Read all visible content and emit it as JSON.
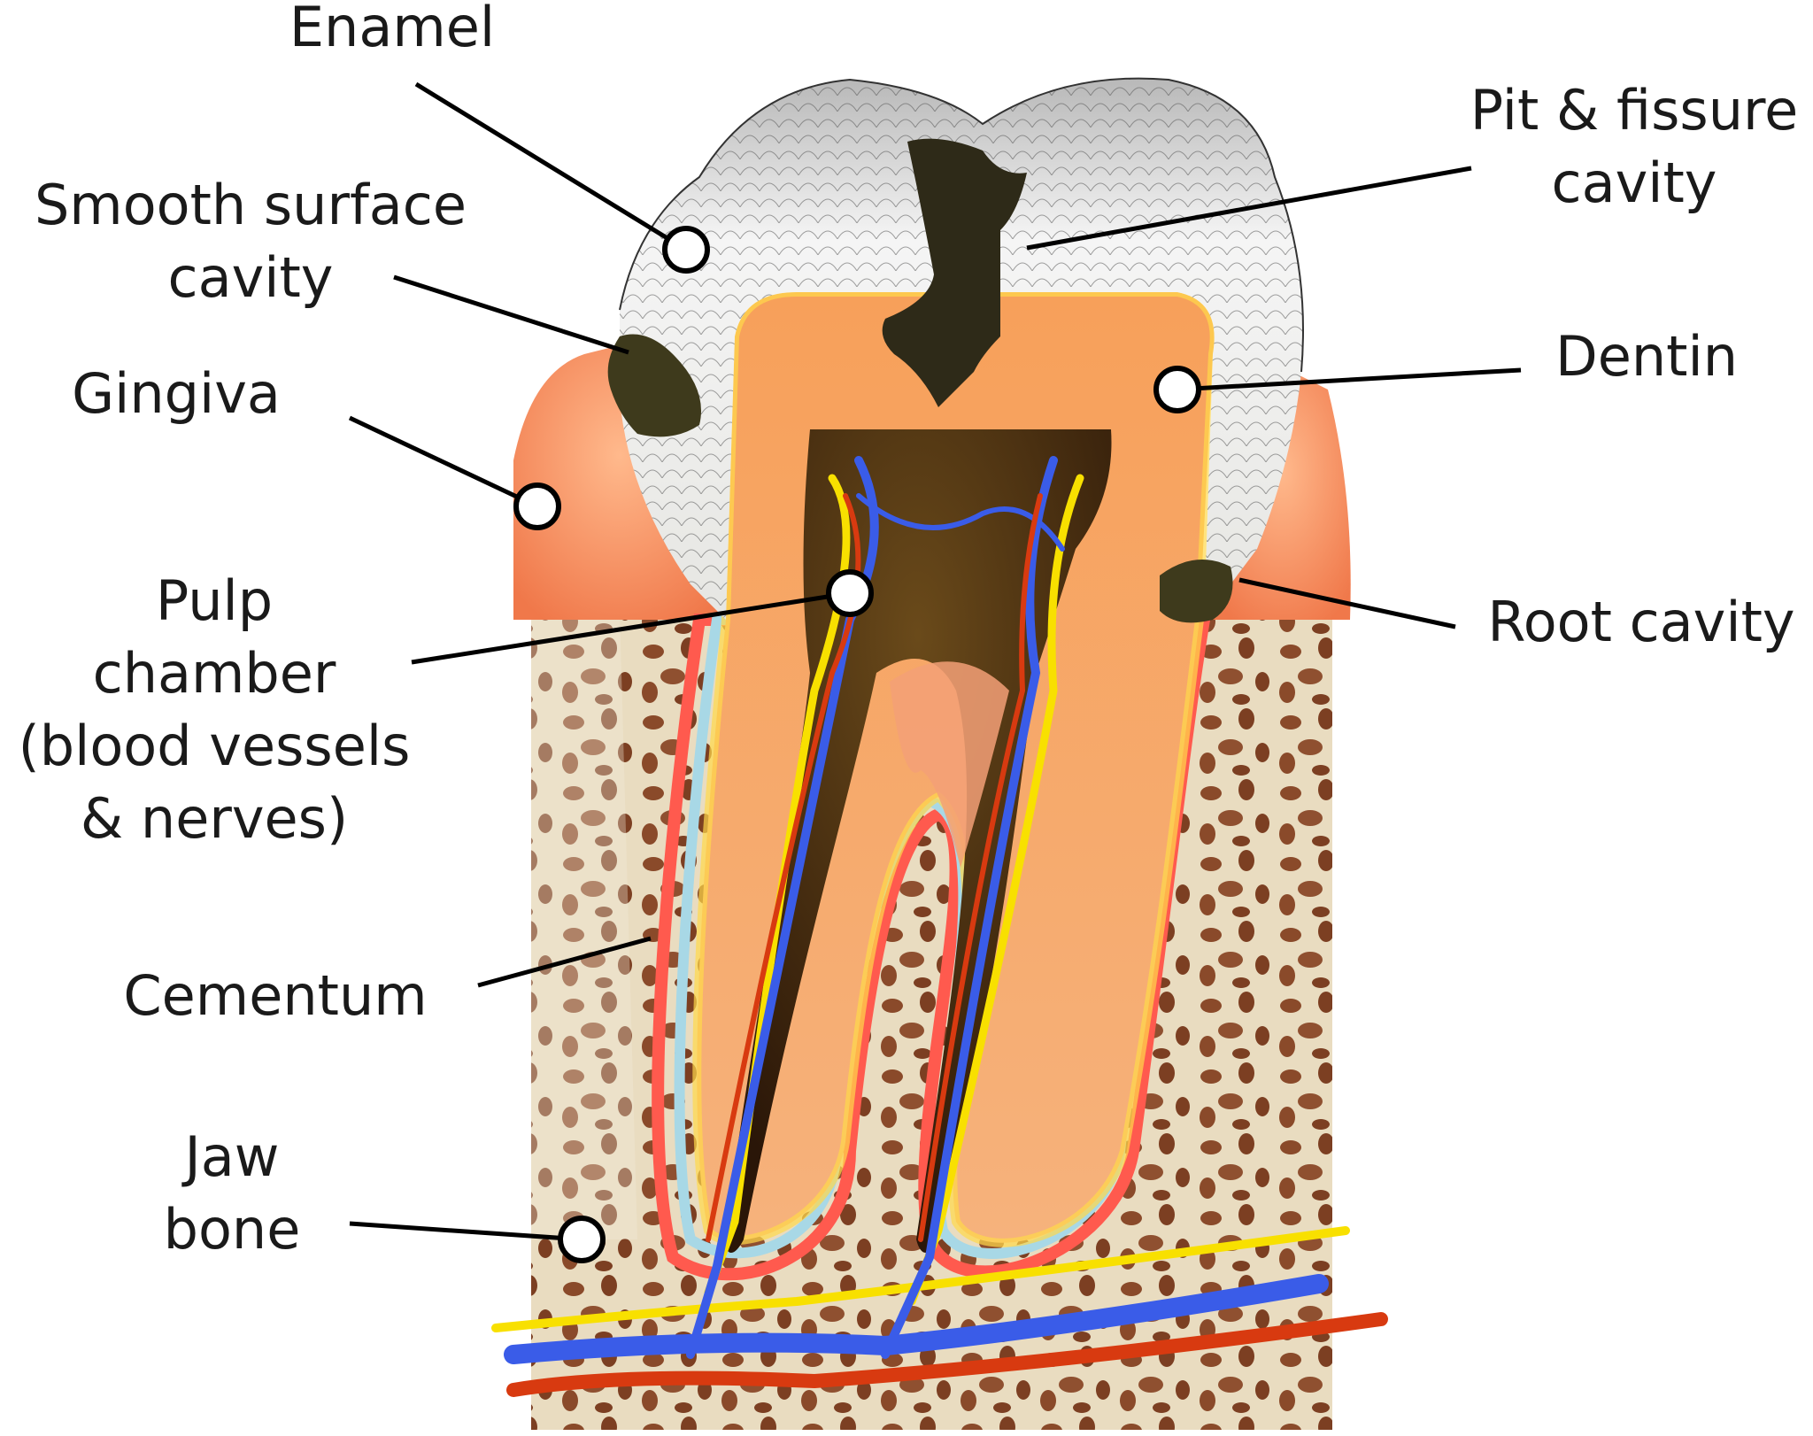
{
  "labels": {
    "enamel": "Enamel",
    "smooth_surface_cavity": [
      "Smooth surface",
      "cavity"
    ],
    "gingiva": "Gingiva",
    "pulp_chamber": [
      "Pulp",
      "chamber",
      "(blood vessels",
      "& nerves)"
    ],
    "cementum": "Cementum",
    "jaw_bone": [
      "Jaw",
      "bone"
    ],
    "pit_fissure_cavity": [
      "Pit & fissure",
      "cavity"
    ],
    "dentin": "Dentin",
    "root_cavity": "Root cavity"
  },
  "colors": {
    "enamel": "#e8e8e4",
    "dentin": "#f5b070",
    "pulp": "#3a2410",
    "gingiva": "#f3905e",
    "bone": "#e6d6b8",
    "bone_spots": "#8a4a2a",
    "cementum": "#ff5a4e",
    "periodontal": "#a8d8e6",
    "nerve": "#f8e000",
    "vein": "#3a5ce8",
    "artery": "#d83a10",
    "decay": "#2e2a18"
  }
}
